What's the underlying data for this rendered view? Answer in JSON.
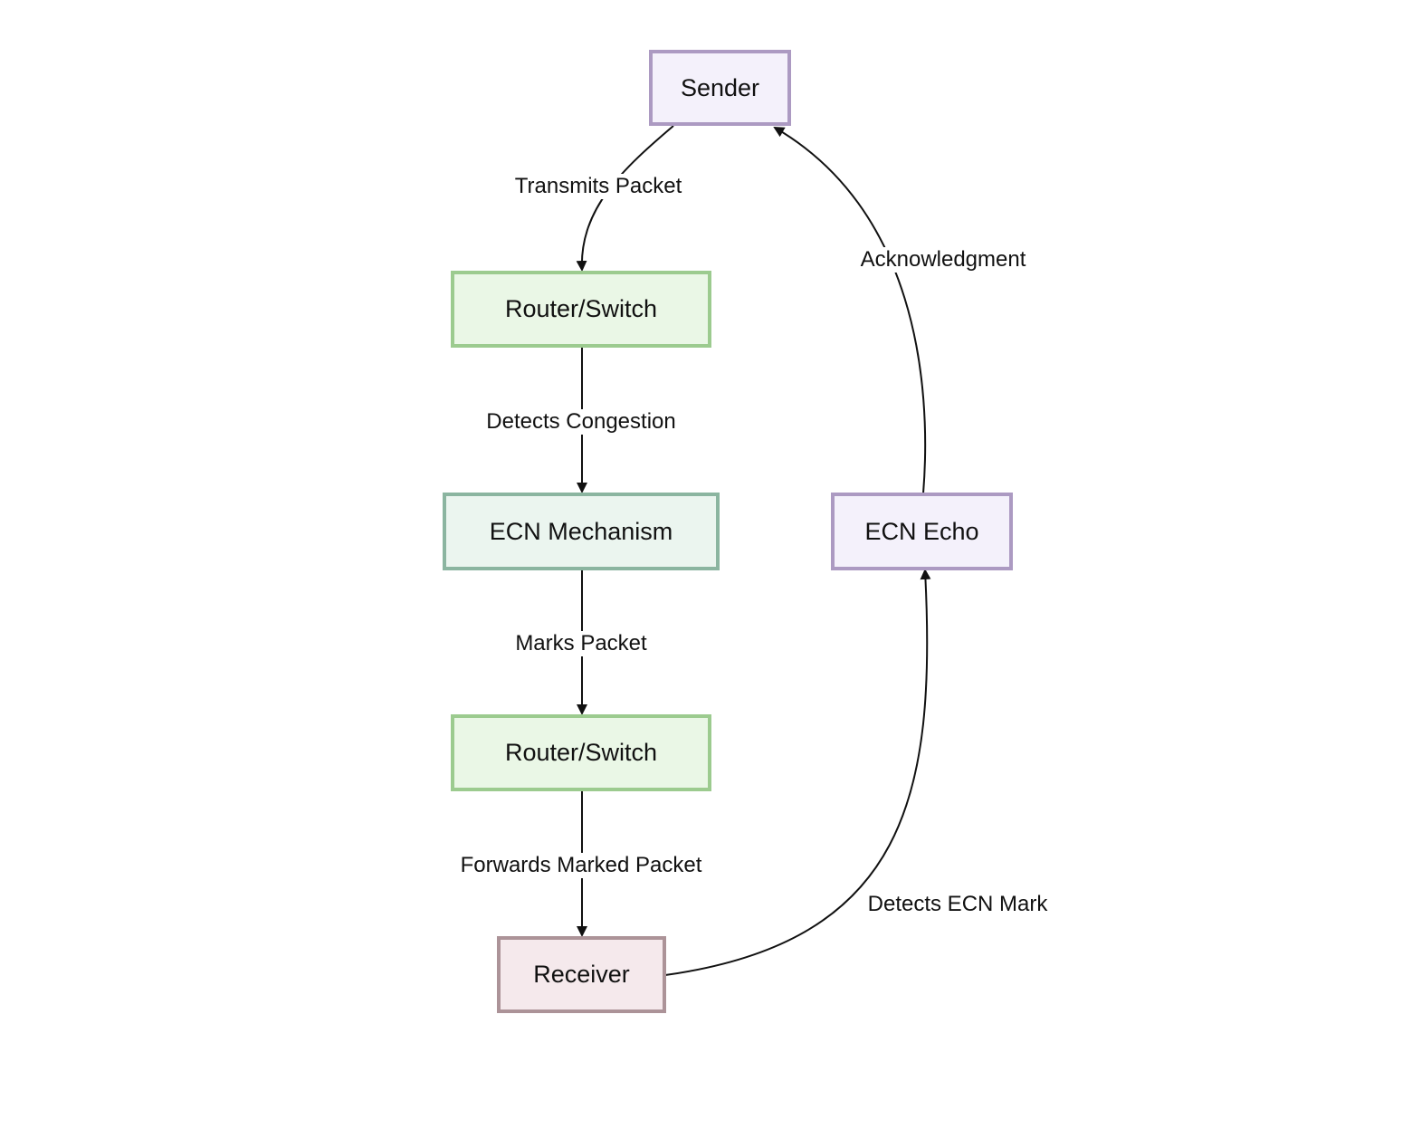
{
  "nodes": {
    "sender": {
      "label": "Sender",
      "fill": "#f4f1fb",
      "stroke": "#ac9ac2"
    },
    "router1": {
      "label": "Router/Switch",
      "fill": "#eaf7e6",
      "stroke": "#9ccb8f"
    },
    "ecn_mech": {
      "label": "ECN Mechanism",
      "fill": "#ebf5ef",
      "stroke": "#8bb5a0"
    },
    "router2": {
      "label": "Router/Switch",
      "fill": "#eaf7e6",
      "stroke": "#9ccb8f"
    },
    "receiver": {
      "label": "Receiver",
      "fill": "#f5e9ec",
      "stroke": "#ac9398"
    },
    "ecn_echo": {
      "label": "ECN Echo",
      "fill": "#f4f1fb",
      "stroke": "#ac9ac2"
    }
  },
  "edges": [
    {
      "from": "sender",
      "to": "router1",
      "label": "Transmits Packet"
    },
    {
      "from": "router1",
      "to": "ecn_mech",
      "label": "Detects Congestion"
    },
    {
      "from": "ecn_mech",
      "to": "router2",
      "label": "Marks Packet"
    },
    {
      "from": "router2",
      "to": "receiver",
      "label": "Forwards Marked Packet"
    },
    {
      "from": "receiver",
      "to": "ecn_echo",
      "label": "Detects ECN Mark"
    },
    {
      "from": "ecn_echo",
      "to": "sender",
      "label": "Acknowledgment"
    }
  ],
  "colors": {
    "edge": "#111111",
    "background": "#ffffff"
  }
}
